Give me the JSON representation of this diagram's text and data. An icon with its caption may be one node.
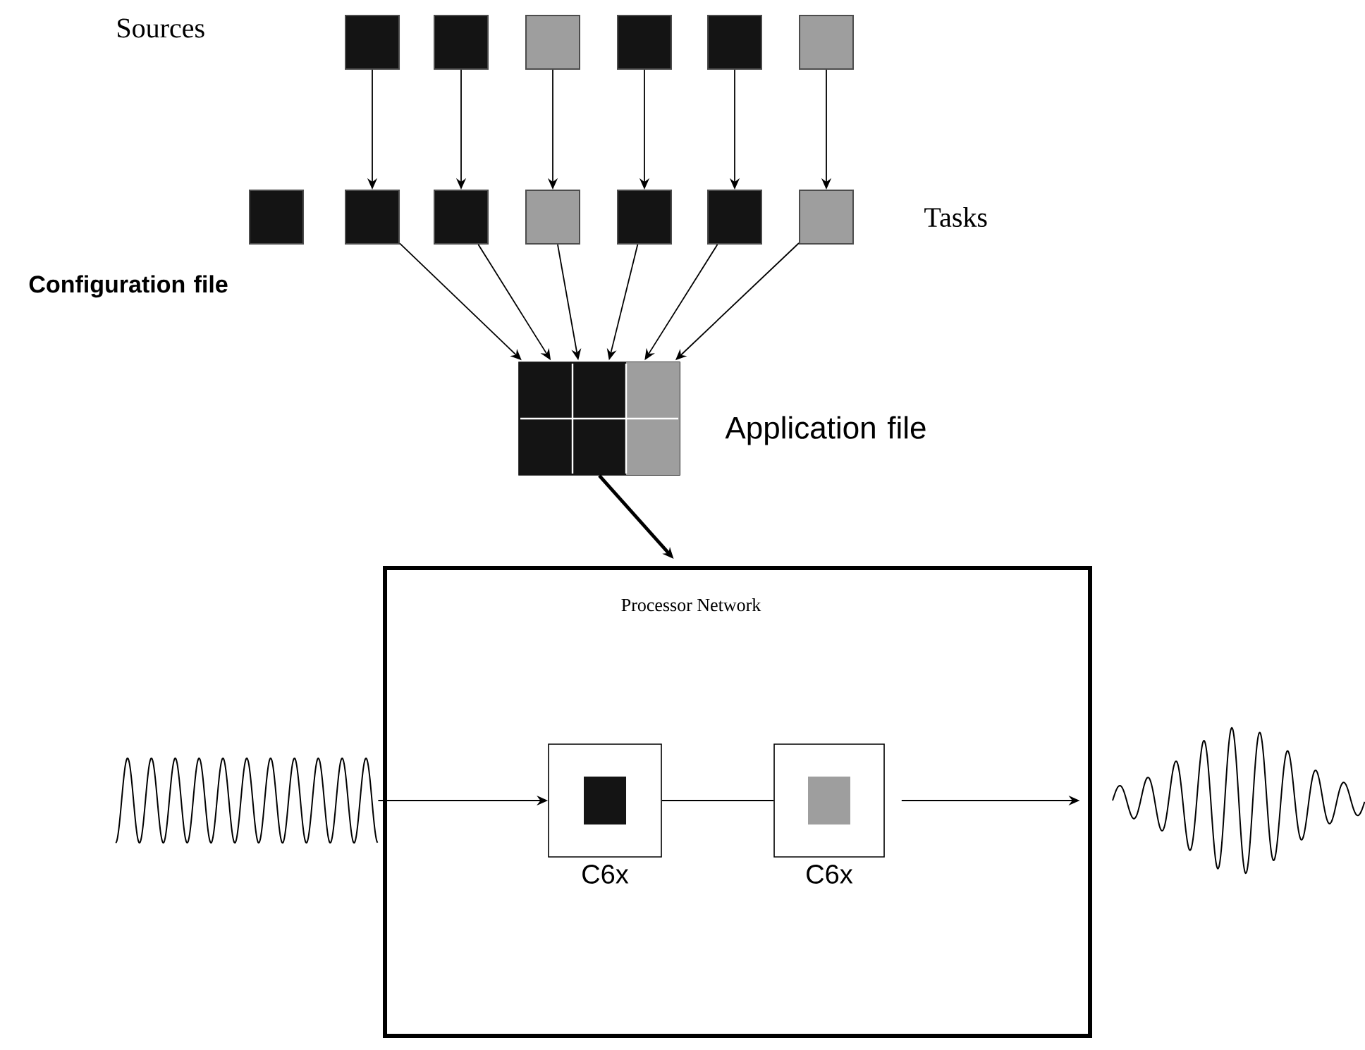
{
  "diagram": {
    "nodes": [
      {
        "text": [],
        "shape": "box"
      },
      {
        "text": [],
        "shape": "box"
      },
      {
        "text": [],
        "shape": "box"
      },
      {
        "text": [],
        "shape": "box"
      },
      {
        "text": [],
        "shape": "box"
      },
      {
        "text": [],
        "shape": "box"
      },
      {
        "text": [],
        "shape": "box",
        "beside": [
          "Configuration file"
        ]
      },
      {
        "text": [],
        "shape": "box"
      },
      {
        "text": [],
        "shape": "box"
      },
      {
        "text": [],
        "shape": "box"
      },
      {
        "text": [],
        "shape": "box"
      },
      {
        "text": [],
        "shape": "box"
      },
      {
        "text": [],
        "shape": "box"
      },
      {
        "text": [],
        "shape": "box",
        "beside": [
          "Application file"
        ]
      },
      {
        "text": [
          "Processor Network"
        ]
      },
      {
        "text": [
          "C6x"
        ],
        "in": 14
      },
      {
        "text": [
          "C6x"
        ],
        "in": 14
      },
      {
        "text": [],
        "shape": "picture"
      },
      {
        "text": [],
        "shape": "picture"
      }
    ],
    "edges": [
      {
        "from": 0,
        "to": 7,
        "arrow": "to"
      },
      {
        "from": 1,
        "to": 8,
        "arrow": "to"
      },
      {
        "from": 2,
        "to": 9,
        "arrow": "to"
      },
      {
        "from": 3,
        "to": 10,
        "arrow": "to"
      },
      {
        "from": 4,
        "to": 11,
        "arrow": "to"
      },
      {
        "from": 5,
        "to": 12,
        "arrow": "to"
      },
      {
        "from": 7,
        "to": 13,
        "arrow": "to"
      },
      {
        "from": 8,
        "to": 13,
        "arrow": "to"
      },
      {
        "from": 9,
        "to": 13,
        "arrow": "to"
      },
      {
        "from": 10,
        "to": 13,
        "arrow": "to"
      },
      {
        "from": 11,
        "to": 13,
        "arrow": "to"
      },
      {
        "from": 12,
        "to": 13,
        "arrow": "to"
      },
      {
        "from": 13,
        "to": 14,
        "arrow": "to",
        "style": "thick"
      },
      {
        "from": 17,
        "to": 15,
        "arrow": "to"
      },
      {
        "from": 15,
        "to": 16,
        "arrow": "none"
      },
      {
        "from": 16,
        "to": 18,
        "arrow": "to"
      }
    ],
    "labels": [
      "Sources",
      "Tasks"
    ]
  }
}
